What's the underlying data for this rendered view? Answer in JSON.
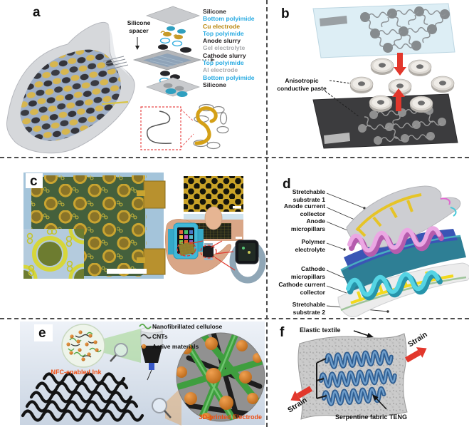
{
  "panels": {
    "a": {
      "label": "a",
      "spacer_label": "Silicone spacer",
      "layers": [
        {
          "name": "Silicone",
          "color": "#231f20"
        },
        {
          "name": "Bottom polyimide",
          "color": "#29abe2"
        },
        {
          "name": "Cu electrode",
          "color": "#b8860b"
        },
        {
          "name": "Top polyimide",
          "color": "#29abe2"
        },
        {
          "name": "Anode slurry",
          "color": "#231f20"
        },
        {
          "name": "Gel electrolyte",
          "color": "#a7a9ac"
        },
        {
          "name": "Cathode slurry",
          "color": "#231f20"
        },
        {
          "name": "Top polyimide",
          "color": "#29abe2"
        },
        {
          "name": "Al electrode",
          "color": "#a7a9ac"
        },
        {
          "name": "Bottom polyimide",
          "color": "#29abe2"
        },
        {
          "name": "Silicone",
          "color": "#231f20"
        }
      ]
    },
    "b": {
      "label": "b",
      "annotation": "Anisotropic conductive paste"
    },
    "c": {
      "label": "c"
    },
    "d": {
      "label": "d",
      "callouts": [
        "Stretchable substrate 1",
        "Anode current collector",
        "Anode micropillars",
        "Polymer electrolyte",
        "Cathode micropillars",
        "Cathode current collector",
        "Stretchable substrate 2"
      ]
    },
    "e": {
      "label": "e",
      "ink_label": "NFC-enabled Ink",
      "electrode_label": "3D-printed Electrode",
      "legend": [
        {
          "name": "Nanofibrillated cellulose",
          "color": "#58a848"
        },
        {
          "name": "CNTs",
          "color": "#333333"
        },
        {
          "name": "Active materials",
          "color": "#c87020"
        }
      ]
    },
    "f": {
      "label": "f",
      "textile_label": "Elastic textile",
      "teng_label": "Serpentine fabric TENG",
      "strain_top": "Strain",
      "strain_bottom": "Strain"
    }
  },
  "palette": {
    "polyimide_blue": "#29abe2",
    "copper_gold": "#b8860b",
    "neutral_gray": "#a7a9ac",
    "text_black": "#231f20",
    "red_arrow": "#e2372c",
    "orange_label": "#ee4d12",
    "serpentine_blue": "#3f73ae",
    "dash_border": "#4d4d4d"
  }
}
